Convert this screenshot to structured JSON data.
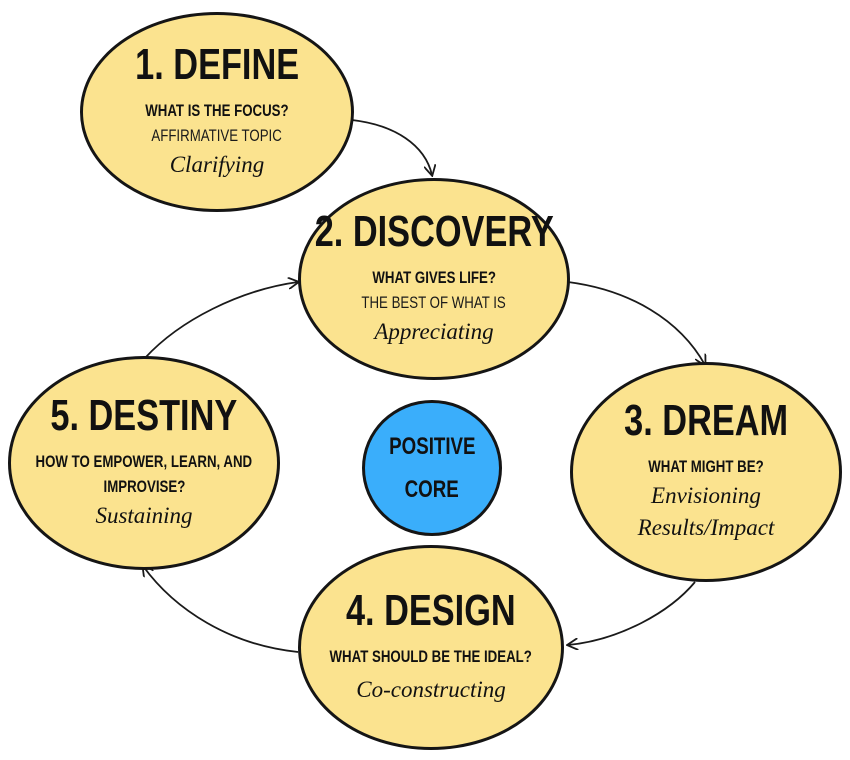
{
  "colors": {
    "node_fill": "#fbe38f",
    "core_fill": "#3aaefb",
    "outline": "#151515",
    "arrow": "#1a1a1a"
  },
  "stages": {
    "define": {
      "title": "1. DEFINE",
      "question": "WHAT IS THE FOCUS?",
      "sub": "AFFIRMATIVE TOPIC",
      "verb": "Clarifying"
    },
    "discovery": {
      "title": "2. DISCOVERY",
      "question": "WHAT GIVES LIFE?",
      "sub": "THE BEST OF WHAT IS",
      "verb": "Appreciating"
    },
    "dream": {
      "title": "3. DREAM",
      "question": "WHAT MIGHT BE?",
      "verb": "Envisioning",
      "verb2": "Results/Impact"
    },
    "design": {
      "title": "4. DESIGN",
      "question": "WHAT SHOULD BE THE IDEAL?",
      "verb": "Co-constructing"
    },
    "destiny": {
      "title": "5. DESTINY",
      "question_line1": "HOW TO EMPOWER, LEARN, AND",
      "question_line2": "IMPROVISE?",
      "verb": "Sustaining"
    }
  },
  "core": {
    "line1": "POSITIVE",
    "line2": "CORE"
  }
}
